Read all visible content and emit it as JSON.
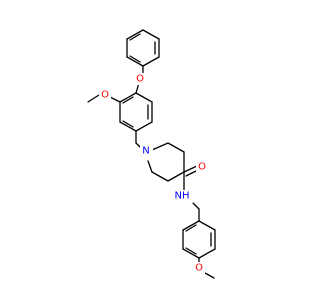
{
  "molecule": {
    "atoms": [
      {
        "id": "O_benzyl",
        "label": "O",
        "color": "#ff0000"
      },
      {
        "id": "O_methoxy1",
        "label": "O",
        "color": "#ff0000"
      },
      {
        "id": "N_ring",
        "label": "N",
        "color": "#0000ff"
      },
      {
        "id": "O_carbonyl",
        "label": "O",
        "color": "#ff0000"
      },
      {
        "id": "NH_amide",
        "label": "NH",
        "color": "#0000ff"
      },
      {
        "id": "O_methoxy2",
        "label": "O",
        "color": "#ff0000"
      }
    ]
  },
  "colors": {
    "bond": "#000000",
    "oxygen": "#ff0000",
    "nitrogen": "#0000ff",
    "background": "#ffffff"
  }
}
